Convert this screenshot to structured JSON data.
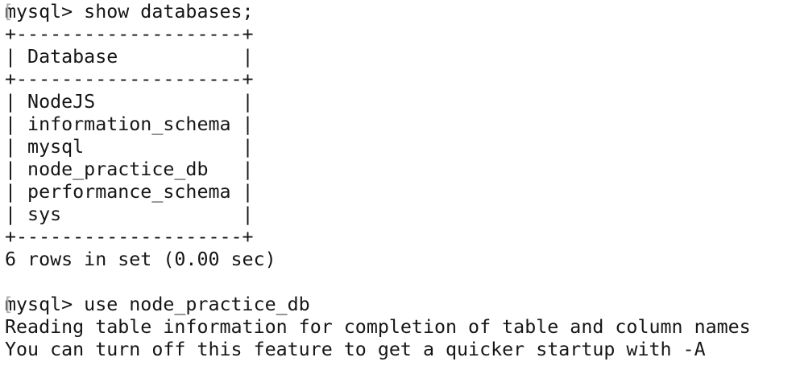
{
  "terminal": {
    "background": "#ffffff",
    "text_color": "#161616",
    "mark_color": "#a9a9a9",
    "mark_glyph": "[",
    "prompt": "mysql>",
    "commands": {
      "first": "show databases;",
      "second": "use node_practice_db"
    },
    "databases_table": {
      "header": "Database",
      "rows": [
        "NodeJS",
        "information_schema",
        "mysql",
        "node_practice_db",
        "performance_schema",
        "sys"
      ],
      "status": "6 rows in set (0.00 sec)"
    },
    "lines": [
      {
        "kind": "command",
        "mark": true,
        "text": "mysql> show databases;"
      },
      {
        "kind": "table-border",
        "mark": false,
        "text": "+--------------------+"
      },
      {
        "kind": "table-header",
        "mark": false,
        "text": "| Database           |"
      },
      {
        "kind": "table-border",
        "mark": false,
        "text": "+--------------------+"
      },
      {
        "kind": "table-row",
        "mark": false,
        "text": "| NodeJS             |"
      },
      {
        "kind": "table-row",
        "mark": false,
        "text": "| information_schema |"
      },
      {
        "kind": "table-row",
        "mark": false,
        "text": "| mysql              |"
      },
      {
        "kind": "table-row",
        "mark": false,
        "text": "| node_practice_db   |"
      },
      {
        "kind": "table-row",
        "mark": false,
        "text": "| performance_schema |"
      },
      {
        "kind": "table-row",
        "mark": false,
        "text": "| sys                |"
      },
      {
        "kind": "table-border",
        "mark": false,
        "text": "+--------------------+"
      },
      {
        "kind": "status",
        "mark": false,
        "text": "6 rows in set (0.00 sec)"
      },
      {
        "kind": "blank",
        "mark": false,
        "text": ""
      },
      {
        "kind": "command",
        "mark": true,
        "text": "mysql> use node_practice_db"
      },
      {
        "kind": "message",
        "mark": false,
        "text": "Reading table information for completion of table and column names"
      },
      {
        "kind": "message",
        "mark": false,
        "text": "You can turn off this feature to get a quicker startup with -A"
      }
    ]
  }
}
